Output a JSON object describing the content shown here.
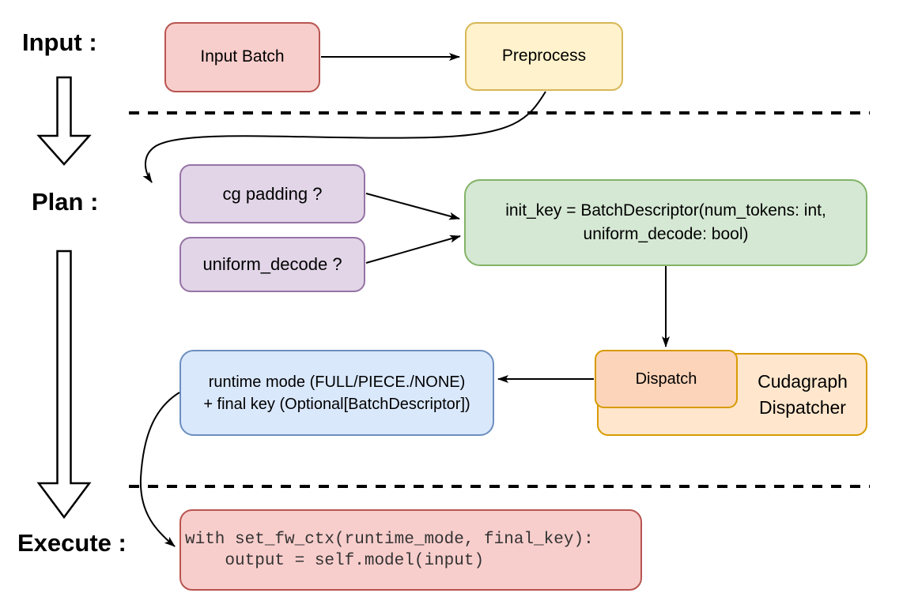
{
  "section_labels": {
    "input": "Input :",
    "plan": "Plan :",
    "execute": "Execute :"
  },
  "nodes": {
    "input_batch": {
      "label": "Input Batch",
      "fill": "#f8cecc",
      "border": "#b85450"
    },
    "preprocess": {
      "label": "Preprocess",
      "fill": "#fff2cc",
      "border": "#d6b656"
    },
    "cg_padding": {
      "label": "cg padding ?",
      "fill": "#e1d5e7",
      "border": "#9673a6"
    },
    "uniform_decode": {
      "label": "uniform_decode ?",
      "fill": "#e1d5e7",
      "border": "#9673a6"
    },
    "init_key": {
      "line1": "init_key = BatchDescriptor(num_tokens: int,",
      "line2": "uniform_decode: bool)",
      "fill": "#d5e8d4",
      "border": "#82b366"
    },
    "dispatch": {
      "label": "Dispatch",
      "fill": "#fcd4b9",
      "border": "#d79b00"
    },
    "cudagraph_dispatcher": {
      "line1": "Cudagraph",
      "line2": "Dispatcher",
      "fill": "#ffe6cc",
      "border": "#d79b00"
    },
    "runtime_mode": {
      "line1": "runtime mode (FULL/PIECE./NONE)",
      "line2": "+ final key (Optional[BatchDescriptor])",
      "fill": "#dae8fc",
      "border": "#6c8ebf"
    },
    "execute_code": {
      "line1": "with set_fw_ctx(runtime_mode, final_key):",
      "line2": "    output = self.model(input)",
      "fill": "#f8cecc",
      "border": "#b85450"
    }
  },
  "connector_color": "#000000"
}
